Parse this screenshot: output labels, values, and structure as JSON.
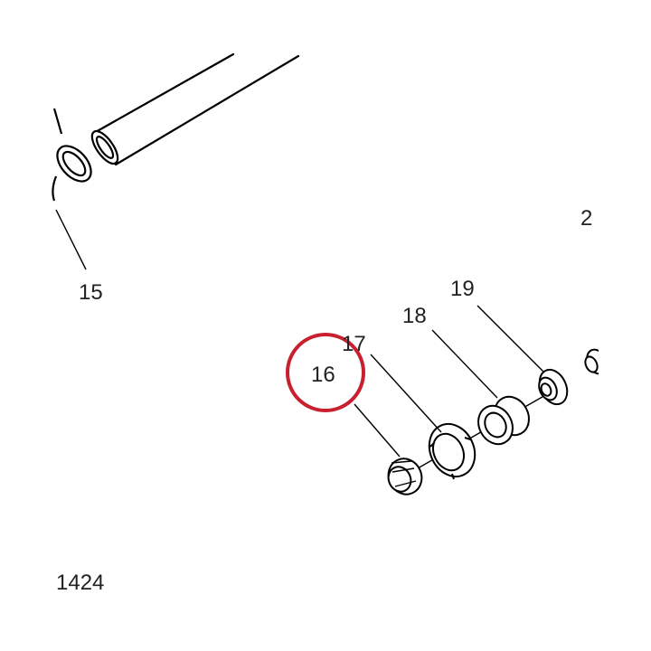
{
  "diagram": {
    "part_labels": {
      "p2": "2",
      "p15": "15",
      "p16": "16",
      "p17": "17",
      "p18": "18",
      "p19": "19"
    },
    "figure_number": "1424",
    "highlight": {
      "part": "16",
      "color": "#c8202f"
    },
    "line_color": "#000000"
  }
}
